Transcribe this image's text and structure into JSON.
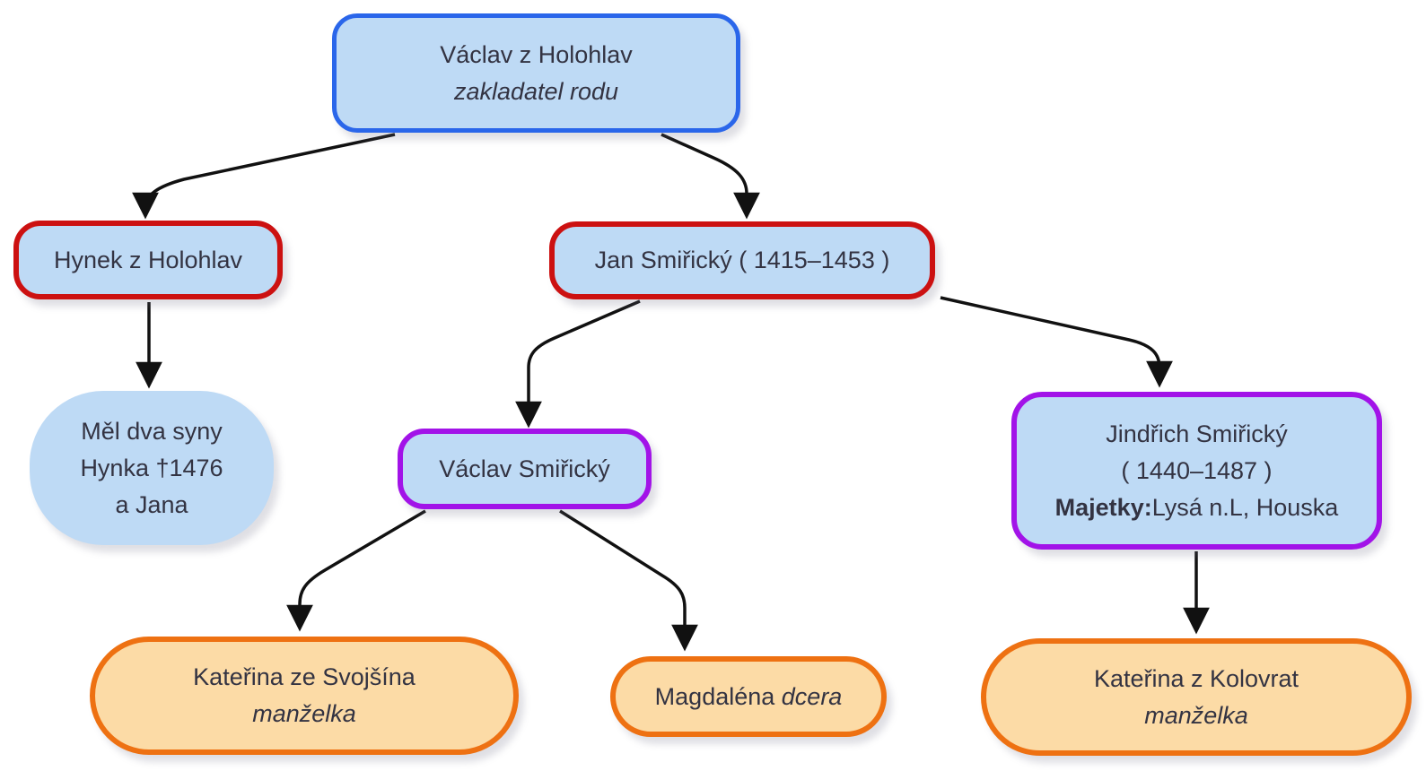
{
  "diagram": {
    "title": "Smiřický family tree flowchart",
    "background": "#ffffff",
    "colors": {
      "fill_blue": "#bedaf5",
      "fill_orange": "#fcdba6",
      "border_blue": "#2a66ea",
      "border_red": "#cc1111",
      "border_purple": "#a213e8",
      "border_orange": "#ee7112",
      "edge": "#111111",
      "text": "#333342"
    },
    "nodes": [
      {
        "id": "vaclav-z-holohlav",
        "shape": "rounded-rect",
        "border": "blue",
        "fill": "blue",
        "lines": [
          [
            {
              "t": "Václav z Holohlav"
            }
          ],
          [
            {
              "t": "zakladatel rodu",
              "i": true
            }
          ]
        ]
      },
      {
        "id": "hynek-z-holohlav",
        "shape": "rounded-rect",
        "border": "red",
        "fill": "blue",
        "lines": [
          [
            {
              "t": "Hynek z Holohlav"
            }
          ]
        ]
      },
      {
        "id": "jan-smiricky",
        "shape": "rounded-rect",
        "border": "red",
        "fill": "blue",
        "lines": [
          [
            {
              "t": "Jan Smiřický ( 1415–1453 )"
            }
          ]
        ]
      },
      {
        "id": "mel-dva-syny",
        "shape": "blob",
        "border": "none",
        "fill": "blue",
        "lines": [
          [
            {
              "t": "Měl dva syny"
            }
          ],
          [
            {
              "t": "Hynka †1476"
            }
          ],
          [
            {
              "t": "a Jana"
            }
          ]
        ]
      },
      {
        "id": "vaclav-smiricky",
        "shape": "rounded-rect",
        "border": "purple",
        "fill": "blue",
        "lines": [
          [
            {
              "t": "Václav Smiřický"
            }
          ]
        ]
      },
      {
        "id": "jindrich-smiricky",
        "shape": "rounded-rect",
        "border": "purple",
        "fill": "blue",
        "lines": [
          [
            {
              "t": "Jindřich Smiřický"
            }
          ],
          [
            {
              "t": "( 1440–1487 )"
            }
          ],
          [
            {
              "t": "Majetky:",
              "b": true
            },
            {
              "t": "Lysá n.L, Houska"
            }
          ]
        ]
      },
      {
        "id": "katerina-ze-svojsina",
        "shape": "stadium",
        "border": "orange",
        "fill": "orange",
        "lines": [
          [
            {
              "t": "Kateřina ze Svojšína"
            }
          ],
          [
            {
              "t": "manželka",
              "i": true
            }
          ]
        ]
      },
      {
        "id": "magdalena",
        "shape": "stadium",
        "border": "orange",
        "fill": "orange",
        "lines": [
          [
            {
              "t": "Magdaléna "
            },
            {
              "t": "dcera",
              "i": true
            }
          ]
        ]
      },
      {
        "id": "katerina-z-kolovrat",
        "shape": "stadium",
        "border": "orange",
        "fill": "orange",
        "lines": [
          [
            {
              "t": "Kateřina z Kolovrat"
            }
          ],
          [
            {
              "t": "manželka",
              "i": true
            }
          ]
        ]
      }
    ],
    "edges": [
      {
        "from": "vaclav-z-holohlav",
        "to": "hynek-z-holohlav"
      },
      {
        "from": "vaclav-z-holohlav",
        "to": "jan-smiricky"
      },
      {
        "from": "hynek-z-holohlav",
        "to": "mel-dva-syny"
      },
      {
        "from": "jan-smiricky",
        "to": "vaclav-smiricky"
      },
      {
        "from": "jan-smiricky",
        "to": "jindrich-smiricky"
      },
      {
        "from": "vaclav-smiricky",
        "to": "katerina-ze-svojsina"
      },
      {
        "from": "vaclav-smiricky",
        "to": "magdalena"
      },
      {
        "from": "jindrich-smiricky",
        "to": "katerina-z-kolovrat"
      }
    ]
  }
}
